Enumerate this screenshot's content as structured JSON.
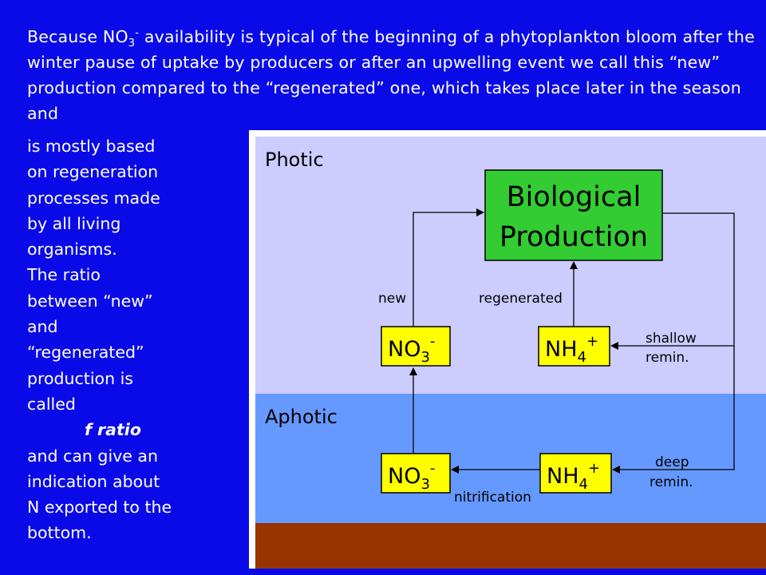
{
  "intro": {
    "part1": "Because NO",
    "sub": "3",
    "sup": "-",
    "part2": " availability is typical of the beginning of a phytoplankton bloom after the winter pause of uptake by producers or after an upwelling event we call this “new” production compared to the “regenerated” one, which takes place later in the season and"
  },
  "side": {
    "lines": [
      "is mostly based",
      "on regeneration",
      "processes made",
      "by all living",
      "organisms.",
      "The ratio",
      "between “new”",
      "and",
      "“regenerated”",
      "production is",
      "called",
      "f ratio",
      "and can give an",
      "indication about",
      "N exported to the",
      "bottom."
    ]
  },
  "diagram": {
    "photic_label": "Photic",
    "aphotic_label": "Aphotic",
    "bio_line1": "Biological",
    "bio_line2": "Production",
    "no3": {
      "base": "NO",
      "sub": "3",
      "sup": "-"
    },
    "nh4": {
      "base": "NH",
      "sub": "4",
      "sup": "+"
    },
    "new_label": "new",
    "regenerated_label": "regenerated",
    "shallow_line1": "shallow",
    "shallow_line2": "remin.",
    "deep_line1": "deep",
    "deep_line2": "remin.",
    "nitrification_label": "nitrification",
    "colors": {
      "photic": "#ccccff",
      "aphotic": "#6699ff",
      "sediment": "#993300",
      "bio_box": "#33cc33",
      "nutrient_box": "#ffff00",
      "background": "#0a0ae8"
    }
  }
}
